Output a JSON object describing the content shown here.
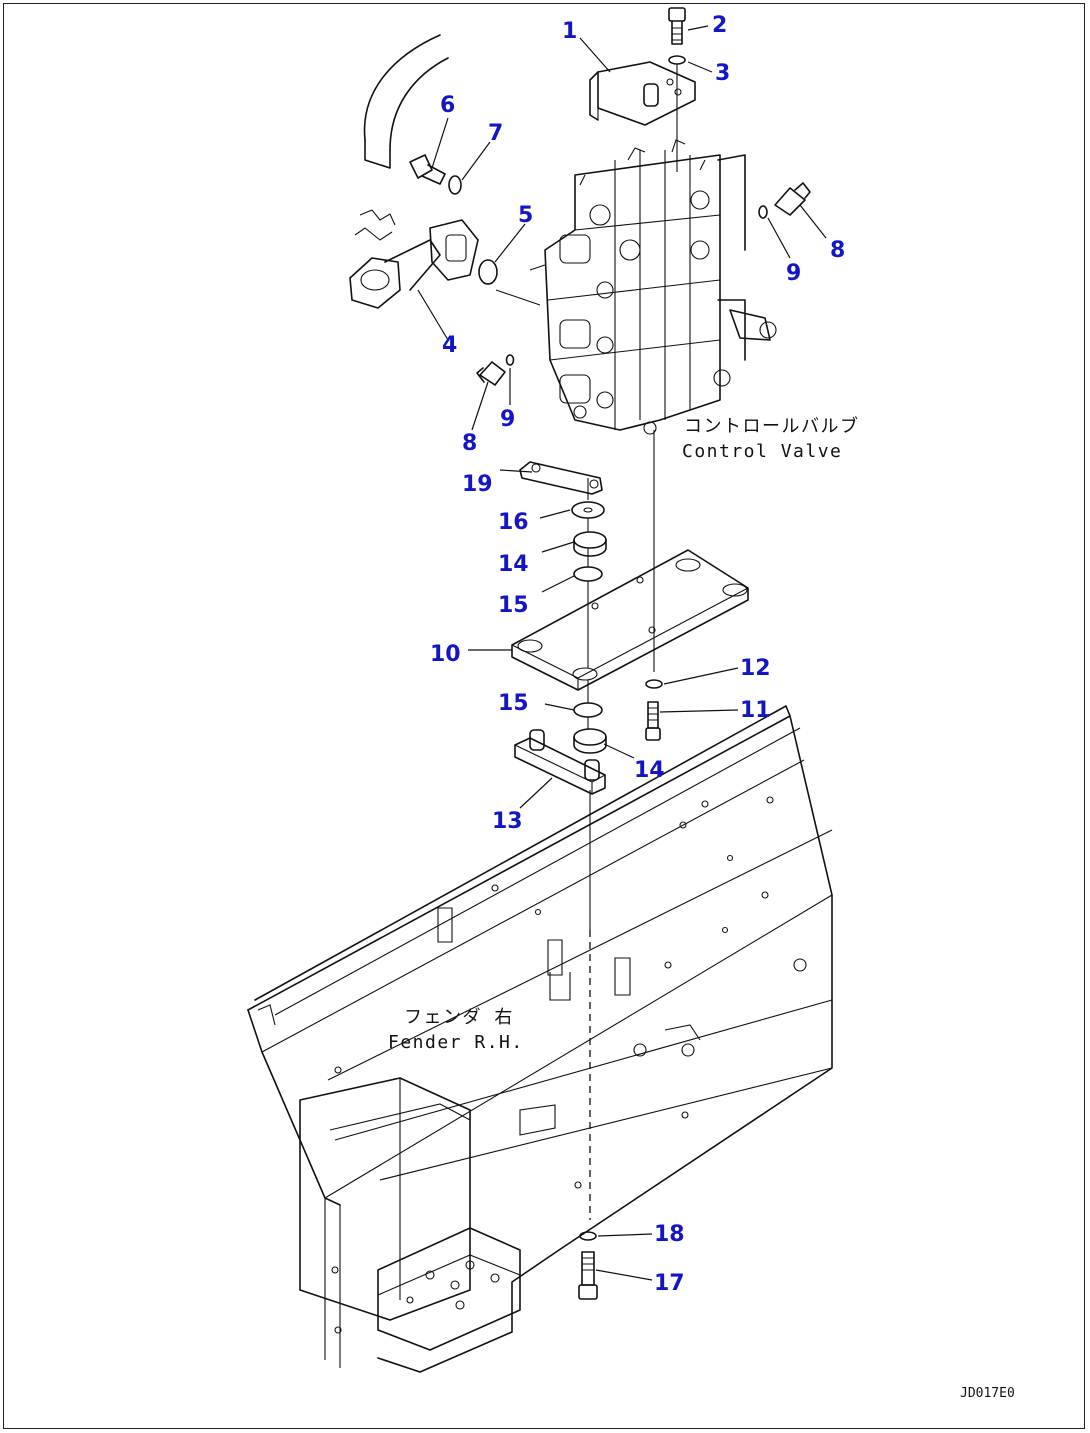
{
  "callouts": [
    {
      "id": "c1",
      "text": "1"
    },
    {
      "id": "c2",
      "text": "2"
    },
    {
      "id": "c3",
      "text": "3"
    },
    {
      "id": "c4",
      "text": "4"
    },
    {
      "id": "c5",
      "text": "5"
    },
    {
      "id": "c6",
      "text": "6"
    },
    {
      "id": "c7",
      "text": "7"
    },
    {
      "id": "c8a",
      "text": "8"
    },
    {
      "id": "c8b",
      "text": "8"
    },
    {
      "id": "c9a",
      "text": "9"
    },
    {
      "id": "c9b",
      "text": "9"
    },
    {
      "id": "c10",
      "text": "10"
    },
    {
      "id": "c11",
      "text": "11"
    },
    {
      "id": "c12",
      "text": "12"
    },
    {
      "id": "c13",
      "text": "13"
    },
    {
      "id": "c14a",
      "text": "14"
    },
    {
      "id": "c14b",
      "text": "14"
    },
    {
      "id": "c15a",
      "text": "15"
    },
    {
      "id": "c15b",
      "text": "15"
    },
    {
      "id": "c16",
      "text": "16"
    },
    {
      "id": "c17",
      "text": "17"
    },
    {
      "id": "c18",
      "text": "18"
    },
    {
      "id": "c19",
      "text": "19"
    }
  ],
  "labels": {
    "control_valve_jp": "コントロールバルブ",
    "control_valve_en": "Control Valve",
    "fender_jp": "フェンダ 右",
    "fender_en": "Fender R.H."
  },
  "drawing_code": "JD017E0",
  "colors": {
    "callout": "#1515c8",
    "line": "#111111"
  }
}
